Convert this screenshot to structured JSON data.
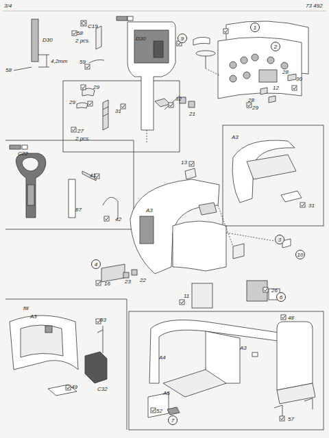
{
  "diagram": {
    "nodes": [
      {
        "text": [
          "1"
        ]
      },
      {
        "text": [
          "9"
        ]
      },
      {
        "text": [
          "2"
        ]
      },
      {
        "text": [
          "3"
        ]
      },
      {
        "text": [
          "10"
        ]
      },
      {
        "text": [
          "4"
        ]
      },
      {
        "text": [
          "6"
        ]
      },
      {
        "text": [
          "7"
        ]
      }
    ],
    "labels": [
      "3/4",
      "73 492",
      "D30",
      "4,2mm",
      "58",
      "C19",
      "58",
      "2 pcs.",
      "59",
      "D30",
      "28",
      "30",
      "12",
      "32",
      "21",
      "28",
      "29",
      "29",
      "29",
      "31",
      "27",
      "2 pcs.",
      "C22",
      "41",
      "87",
      "42",
      "A3",
      "31",
      "13",
      "A3",
      "16",
      "23",
      "22",
      "26",
      "11",
      "fill",
      "A3",
      "83",
      "C32",
      "49",
      "48",
      "A4",
      "A3",
      "A5",
      "52",
      "57"
    ]
  }
}
